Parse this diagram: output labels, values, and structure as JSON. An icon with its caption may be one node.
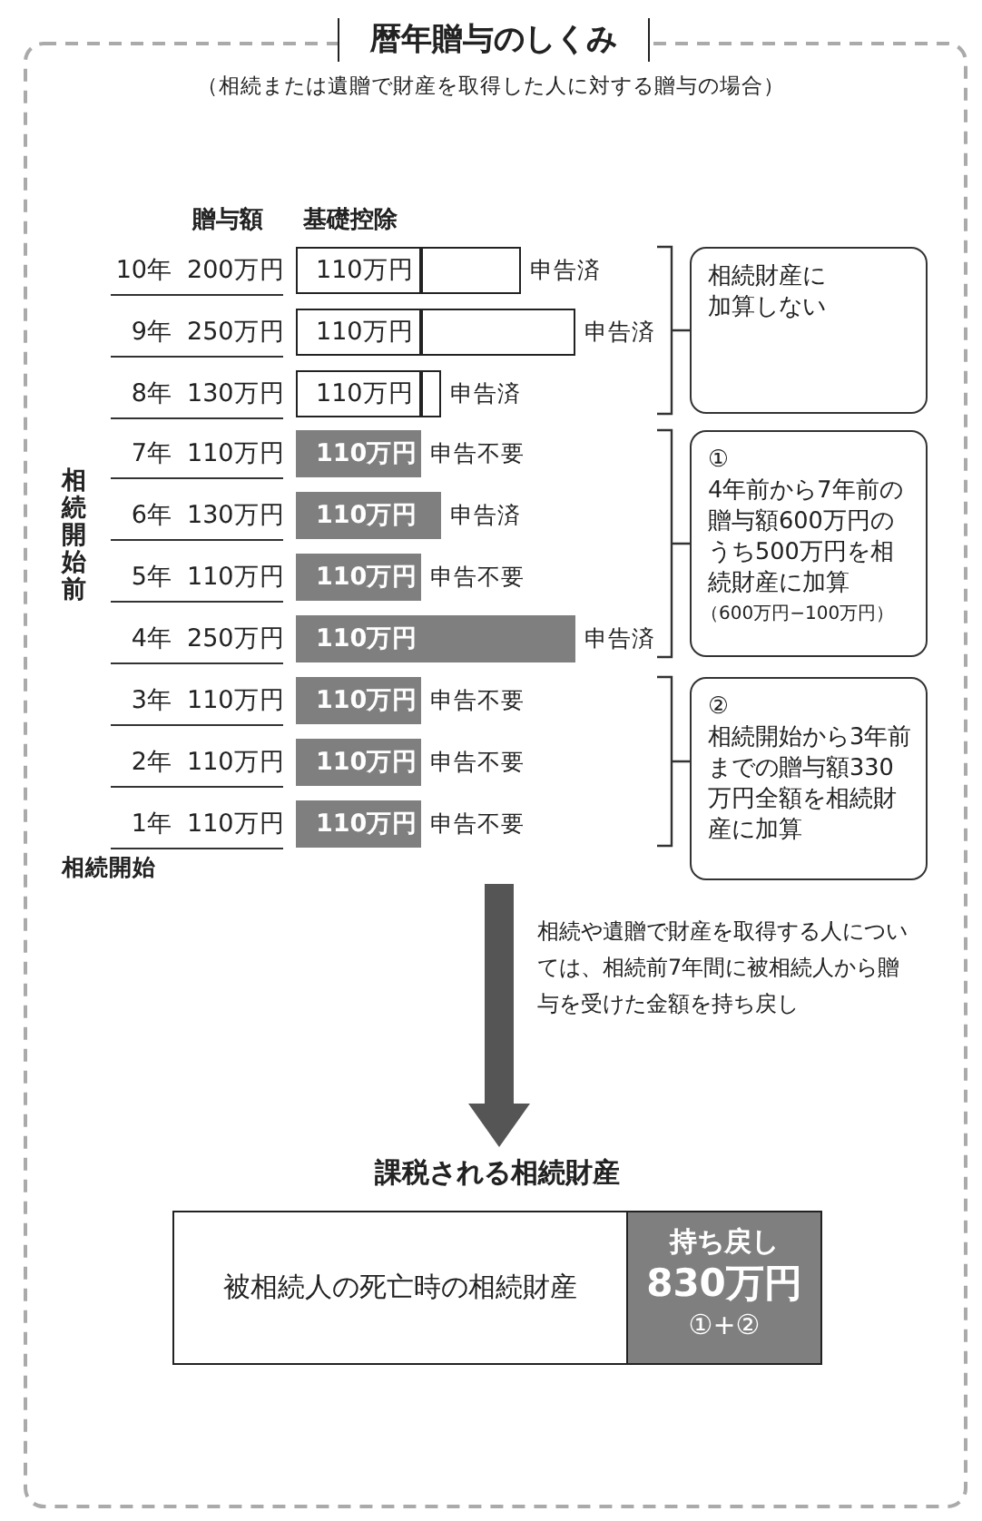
{
  "diagram": {
    "title": "暦年贈与のしくみ",
    "nodes": [
      {
        "text": [
          "110万円"
        ]
      },
      {
        "text": [],
        "shape": "bar"
      },
      {
        "text": [
          "110万円"
        ]
      },
      {
        "text": [],
        "shape": "bar"
      },
      {
        "text": [
          "110万円"
        ]
      },
      {
        "text": [],
        "shape": "bar"
      },
      {
        "text": [
          "110万円"
        ]
      },
      {
        "text": [
          "110万円"
        ]
      },
      {
        "text": [],
        "shape": "bar"
      },
      {
        "text": [
          "110万円"
        ]
      },
      {
        "text": [
          "110万円"
        ]
      },
      {
        "text": [],
        "shape": "bar"
      },
      {
        "text": [
          "110万円"
        ]
      },
      {
        "text": [
          "110万円"
        ]
      },
      {
        "text": [
          "110万円"
        ]
      },
      {
        "text": [
          "相続財産に加算しない"
        ]
      },
      {
        "text": [
          "①",
          "4年前から7年前の贈与額600万円のうち500万円を相続財産に加算",
          "（600万円−100万円）"
        ]
      },
      {
        "text": [
          "②",
          "相続開始から3年前までの贈与額330万円全額を相続財産に加算"
        ]
      },
      {
        "text": [
          "課税される相続財産"
        ]
      },
      {
        "text": [
          "被相続人の死亡時の相続財産"
        ],
        "in": 18
      },
      {
        "text": [
          "持ち戻し",
          "830万円",
          "①+②"
        ],
        "in": 18
      }
    ],
    "edges": [
      {
        "from": null,
        "to": 18,
        "arrow": "to",
        "label": "相続や遺贈で財産を取得する人については、相続前7年間に被相続人から贈与を受けた金額を持ち戻し"
      }
    ],
    "labels": [
      "（相続または遺贈で財産を取得した人に対する贈与の場合）",
      "贈与額",
      "基礎控除",
      "10年",
      "200万円",
      "申告済",
      "9年",
      "250万円",
      "申告済",
      "8年",
      "130万円",
      "申告済",
      "7年",
      "110万円",
      "申告不要",
      "6年",
      "130万円",
      "申告済",
      "5年",
      "110万円",
      "申告不要",
      "4年",
      "250万円",
      "申告済",
      "3年",
      "110万円",
      "申告不要",
      "2年",
      "110万円",
      "申告不要",
      "1年",
      "110万円",
      "申告不要",
      "相続開始前",
      "相続開始"
    ]
  }
}
